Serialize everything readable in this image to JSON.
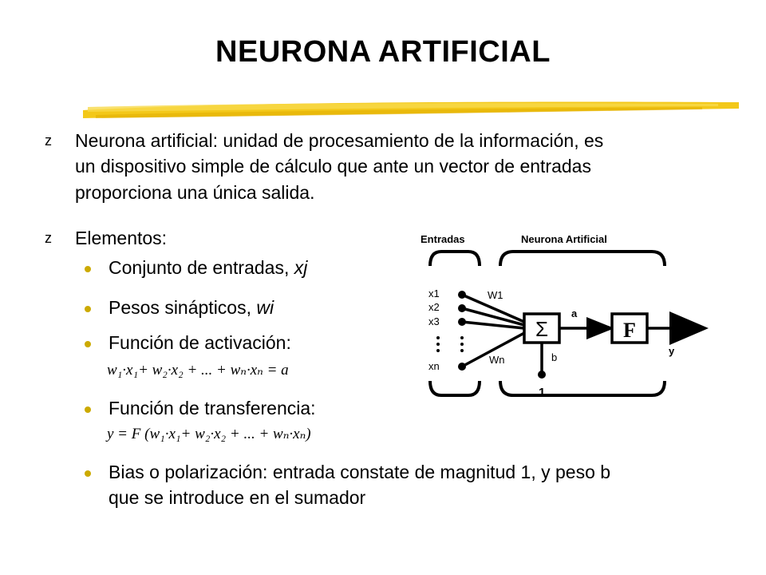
{
  "title": "NEURONA ARTIFICIAL",
  "bullets": {
    "marker": "z",
    "definition": {
      "line1": "Neurona artificial: unidad de procesamiento de la información, es",
      "line2": "un dispositivo simple de cálculo que ante un vector de entradas",
      "line3": "proporciona una única salida."
    },
    "elements_label": "Elementos:"
  },
  "elements": {
    "inputs": {
      "label": "Conjunto de entradas, ",
      "symbol": "xj"
    },
    "weights": {
      "label": "Pesos sinápticos, ",
      "symbol": "wi"
    },
    "activation": {
      "label": "Función de activación:",
      "formula": "w₁·x₁+ w₂·x₂ + ... + wₙ·xₙ = a"
    },
    "transfer": {
      "label": "Función de transferencia:",
      "formula": "y = F (w₁·x₁+ w₂·x₂ + ... + wₙ·xₙ)"
    },
    "bias": {
      "line1": "Bias o polarización: entrada constate de magnitud 1, y peso b",
      "line2": "que se introduce en el sumador"
    }
  },
  "diagram": {
    "entradas_label": "Entradas",
    "neurona_label": "Neurona Artificial",
    "inputs": [
      "x1",
      "x2",
      "x3",
      "xn"
    ],
    "weight_first": "W1",
    "weight_last": "Wn",
    "sum_symbol": "Σ",
    "a_label": "a",
    "function_symbol": "F",
    "output_label": "y",
    "bias_label": "b",
    "bias_input": "1"
  },
  "colors": {
    "accent_yellow": "#f2c200",
    "sub_bullet": "#ccaa00"
  }
}
